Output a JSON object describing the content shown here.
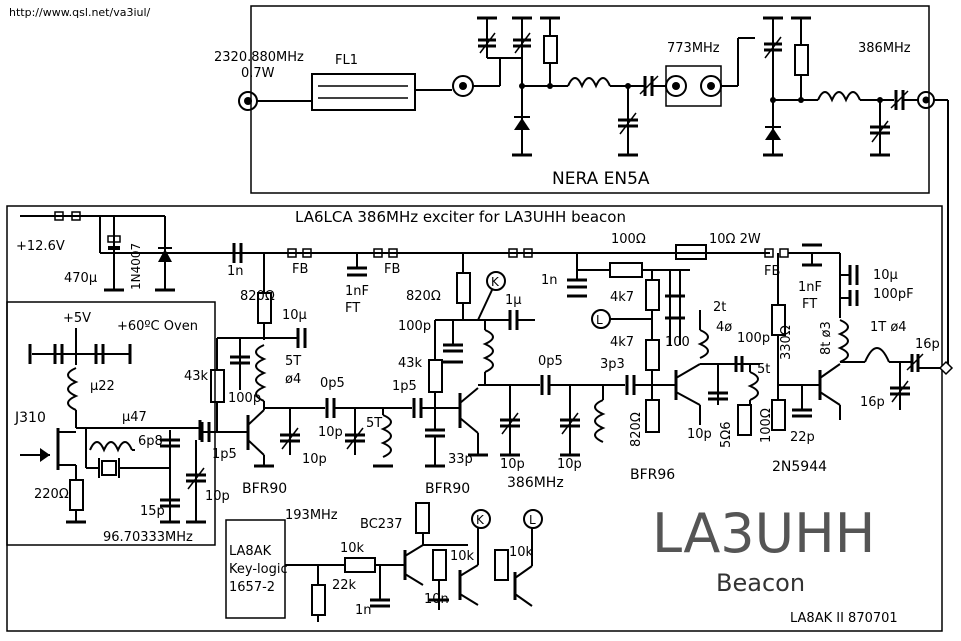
{
  "header": {
    "url": "http://www.qsl.net/va3iul/"
  },
  "top_box": {
    "freq_in": "2320.880MHz",
    "power": "0.7W",
    "filter": "FL1",
    "freq_mid": "773MHz",
    "freq_out": "386MHz",
    "name": "NERA EN5A"
  },
  "main": {
    "title": "LA6LCA 386MHz exciter for LA3UHH beacon",
    "supply": "+12.6V",
    "labels": {
      "c470": "470µ",
      "d1n": "1N4007",
      "c1n_a": "1n",
      "fb1": "FB",
      "r820a": "820Ω",
      "c1nf_a": "1nF",
      "ft_a": "FT",
      "fb2": "FB",
      "c1n_b": "1n",
      "r820b": "820Ω",
      "r100": "100Ω",
      "r10": "10Ω 2W",
      "fb3": "FB",
      "c10u_a": "10µ",
      "c100pf": "100pF",
      "c1nf_b": "1nF",
      "ft_b": "FT",
      "c10u_b": "10µ",
      "c1u": "1µ",
      "r4k7a": "4k7",
      "r4k7b": "4k7",
      "c100_a": "100",
      "t2": "2t",
      "phi4a": "4ø",
      "c100p_a": "100p",
      "r330": "330Ω",
      "t8": "8t ø3",
      "t1": "1T ø4",
      "c16p_a": "16p",
      "c16p_b": "16p",
      "r43k_a": "43k",
      "t5a": "5T",
      "phi4b": "ø4",
      "c100p_b": "100p",
      "c0p5_a": "0p5",
      "c1p5_a": "1p5",
      "c10p_a": "10p",
      "c10p_b": "10p",
      "t5b": "5T",
      "c1p5_b": "1p5",
      "c100p_c": "100p",
      "r43k_b": "43k",
      "c33p": "33p",
      "c0p5_b": "0p5",
      "c3p3": "3p3",
      "c10p_c": "10p",
      "c10p_d": "10p",
      "freq386": "386MHz",
      "r820c": "820Ω",
      "t5c": "5t",
      "c10p_e": "10p",
      "r5_6": "5Ω6",
      "r100b": "100Ω",
      "c22p": "22p",
      "q1": "BFR90",
      "q2": "BFR90",
      "q3": "BFR96",
      "q4": "2N5944",
      "k_label": "K",
      "l_label": "L"
    }
  },
  "oscillator": {
    "plus5": "+5V",
    "oven": "+60ºC Oven",
    "fet": "J310",
    "l22": "µ22",
    "l47": "µ47",
    "c6p8": "6p8",
    "r220": "220Ω",
    "c15p": "15p",
    "c10p": "10p",
    "xtal": "96.70333MHz"
  },
  "keylogic": {
    "freq": "193MHz",
    "box_line1": "LA8AK",
    "box_line2": "Key-logic",
    "box_line3": "1657-2",
    "r10k_a": "10k",
    "r22k": "22k",
    "c1n": "1n",
    "q": "BC237",
    "r10k_b": "10k",
    "c10n": "10n",
    "r10k_c": "10k",
    "k": "K",
    "l": "L"
  },
  "title_block": {
    "call": "LA3UHH",
    "subtitle": "Beacon",
    "credit": "LA8AK II 870701"
  }
}
